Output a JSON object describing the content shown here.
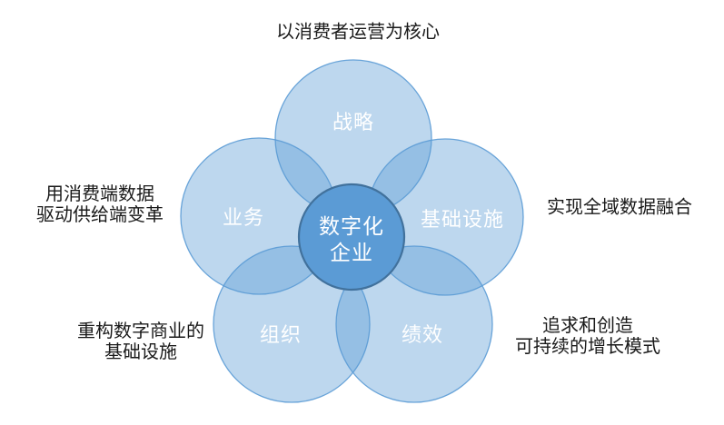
{
  "diagram": {
    "type": "venn-flower",
    "center": {
      "lines": [
        "数字化",
        "企业"
      ]
    },
    "petals": [
      {
        "id": "strategy",
        "label": "战略"
      },
      {
        "id": "infrastructure",
        "label": "基础设施"
      },
      {
        "id": "performance",
        "label": "绩效"
      },
      {
        "id": "organization",
        "label": "组织"
      },
      {
        "id": "business",
        "label": "业务"
      }
    ],
    "annotations": [
      {
        "position": "top",
        "lines": [
          "以消费者运营为核心"
        ]
      },
      {
        "position": "left",
        "lines": [
          "用消费端数据",
          "驱动供给端变革"
        ]
      },
      {
        "position": "right",
        "lines": [
          "实现全域数据融合"
        ]
      },
      {
        "position": "bottom-left",
        "lines": [
          "重构数字商业的",
          "基础设施"
        ]
      },
      {
        "position": "bottom-right",
        "lines": [
          "追求和创造",
          "可持续的增长模式"
        ]
      }
    ],
    "colors": {
      "background": "#ffffff",
      "petal_fill": "#5b9bd5",
      "petal_stroke": "#5b9bd5",
      "center_fill": "#5b9bd5",
      "center_stroke": "#41719c",
      "petal_label": "#ffffff",
      "annotation_text": "#1a1a1a"
    }
  }
}
